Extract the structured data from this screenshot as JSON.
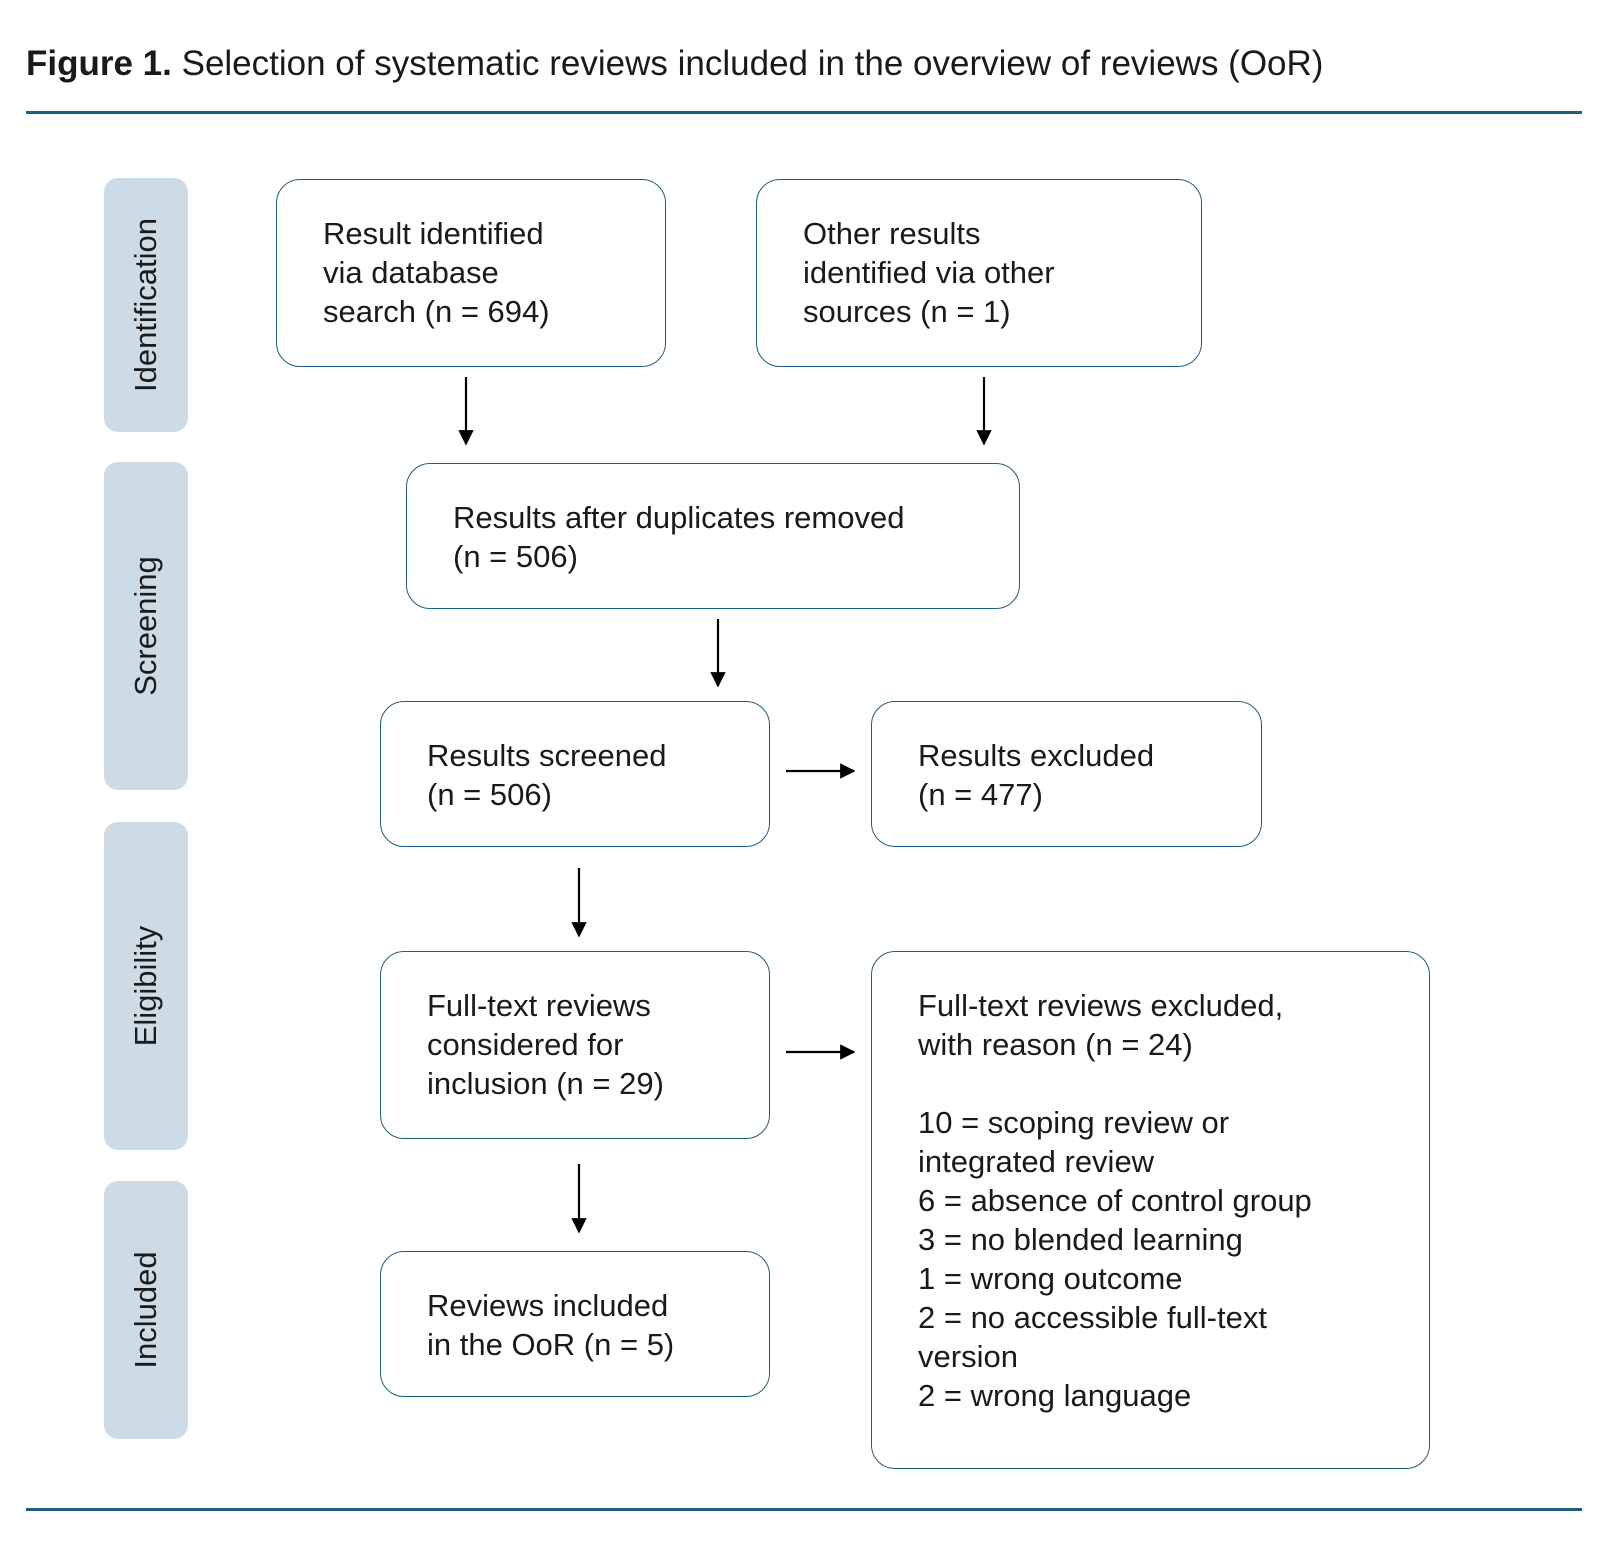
{
  "figure": {
    "label": "Figure 1.",
    "caption": " Selection of systematic reviews included in the overview of reviews (OoR)"
  },
  "stages": {
    "identification": "Identification",
    "screening": "Screening",
    "eligibility": "Eligibility",
    "included": "Included"
  },
  "boxes": {
    "database_search": [
      "Result identified",
      "via database",
      "search (n = 694)"
    ],
    "other_sources": [
      "Other results",
      "identified via other",
      "sources (n = 1)"
    ],
    "duplicates_removed": [
      "Results after duplicates removed",
      "(n = 506)"
    ],
    "screened": [
      "Results screened",
      "(n = 506)"
    ],
    "excluded": [
      "Results excluded",
      "(n = 477)"
    ],
    "full_text": [
      "Full-text reviews",
      "considered for",
      "inclusion (n = 29)"
    ],
    "full_text_excluded": {
      "heading": [
        "Full-text reviews excluded,",
        "with reason (n = 24)"
      ],
      "reasons": [
        "10 = scoping review or",
        "integrated review",
        "6 = absence of control group",
        "3 = no blended learning",
        "1 = wrong outcome",
        "2 = no accessible full-text",
        "version",
        "2 = wrong language"
      ]
    },
    "included_reviews": [
      "Reviews included",
      "in the OoR (n = 5)"
    ]
  },
  "colors": {
    "border": "#1f5f80",
    "stage_fill": "#cddbe6",
    "arrow": "#000000"
  }
}
